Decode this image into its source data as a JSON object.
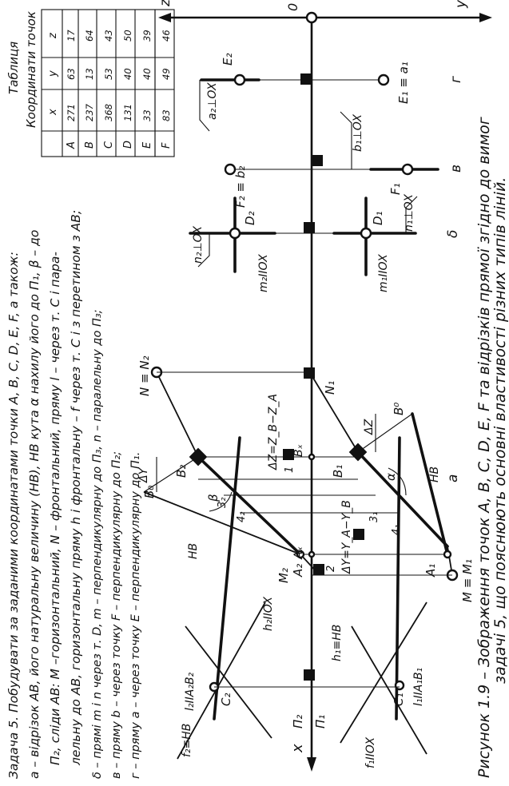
{
  "task": {
    "lines": [
      "Задача 5. Побудувати за заданими координатами точки A, B, C, D, E, F, а також:",
      "а – відрізок AB, його натуральну величину (НВ), НВ кута α нахилу його до П₁, β – до",
      "П₂, сліди AB: M –горизонтальний, N – фронтальний, пряму l – через т. C і пара-",
      "лельну до AB, горизонтальну пряму h і фронтальну – f через т. C і з перетином з AB;",
      "δ – прямі m і n через т. D, m – перпендикулярну до П₃, n – паралельну до П₃;",
      "в – пряму b – через точку F – перпендикулярну до П₂;",
      "г – пряму a – через точку E – перпендикулярну до П₁."
    ]
  },
  "table": {
    "title": "Таблиця",
    "subtitle": "Координати точок",
    "headers": [
      "",
      "x",
      "y",
      "z"
    ],
    "rows": [
      [
        "A",
        "271",
        "63",
        "17"
      ],
      [
        "B",
        "237",
        "13",
        "64"
      ],
      [
        "C",
        "368",
        "53",
        "43"
      ],
      [
        "D",
        "131",
        "40",
        "50"
      ],
      [
        "E",
        "33",
        "40",
        "39"
      ],
      [
        "F",
        "83",
        "49",
        "46"
      ]
    ]
  },
  "caption": {
    "line1": "Рисунок 1.9 – Зображення точок A, B, C, D, E, F та відрізків прямої згідно до вимог",
    "line2": "задачі 5, що пояснюють основні властивості різних типів ліній."
  },
  "drawing": {
    "axis_labels": {
      "z": "z",
      "o": "0",
      "y": "y",
      "x": "x",
      "p2": "П₂",
      "p1": "П₁"
    },
    "sub_labels": {
      "a": "а",
      "delta": "δ",
      "v": "в",
      "g": "г"
    },
    "labels": {
      "A2": "A₂",
      "B2": "B₂",
      "A1": "A₁",
      "B1": "B₁",
      "C2": "C₂",
      "C1": "C₁",
      "D2": "D₂",
      "D1": "D₁",
      "E2": "E₂",
      "E1": "E₁ ≡ a₁",
      "F2": "F₂ ≡ b₂",
      "F1": "F₁",
      "M2": "M₂",
      "M1": "M ≡ M₁",
      "N2": "N ≡ N₂",
      "N1": "N₁",
      "Ax": "Aₓ",
      "Bx": "Bₓ",
      "B0": "B₀",
      "B0b": "B⁰",
      "p1": "1",
      "p2": "2",
      "p31": "3₁",
      "p32": "3₂",
      "p41": "4₁",
      "p42": "4₂",
      "beta": "β",
      "alpha": "α",
      "dY": "ΔY",
      "dZ": "ΔZ",
      "dZeq": "ΔZ=Z_B−Z_A",
      "dYeq": "ΔY=Y_A−Y_B",
      "HV_a": "HB",
      "HV_b": "HB",
      "f2": "f₂≡HB",
      "l2": "l₂IIA₂B₂",
      "h2": "h₂IIOX",
      "h1": "h₁≡HB",
      "l1": "l₁IIA₁B₁",
      "f1": "f₁IIOX",
      "m2": "m₂IIOX",
      "m1": "m₁IIOX",
      "n2": "n₂⊥OX",
      "n1": "n₁⊥OX",
      "b1": "b₁⊥OX",
      "a2": "a₂⊥OX"
    }
  }
}
